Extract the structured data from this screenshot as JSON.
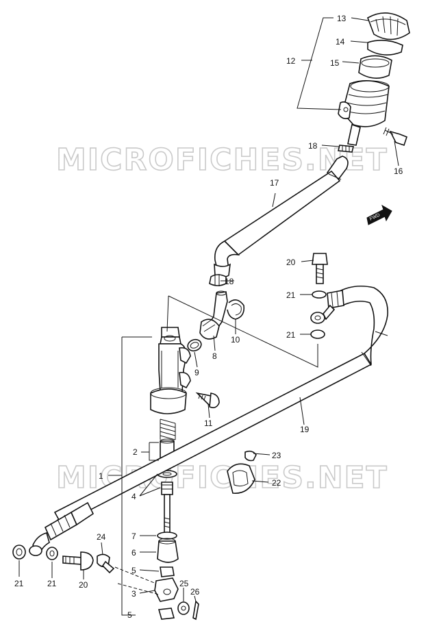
{
  "watermark": {
    "text": "MICROFICHES.NET"
  },
  "fwd_tag": "FWD",
  "callouts": [
    {
      "id": "c13",
      "text": "13"
    },
    {
      "id": "c14",
      "text": "14"
    },
    {
      "id": "c15",
      "text": "15"
    },
    {
      "id": "c12",
      "text": "12"
    },
    {
      "id": "c16",
      "text": "16"
    },
    {
      "id": "c18a",
      "text": "18"
    },
    {
      "id": "c17",
      "text": "17"
    },
    {
      "id": "c20a",
      "text": "20"
    },
    {
      "id": "c21a",
      "text": "21"
    },
    {
      "id": "c21b",
      "text": "21"
    },
    {
      "id": "c18b",
      "text": "18"
    },
    {
      "id": "c10",
      "text": "10"
    },
    {
      "id": "c8",
      "text": "8"
    },
    {
      "id": "c9",
      "text": "9"
    },
    {
      "id": "c11",
      "text": "11"
    },
    {
      "id": "c19",
      "text": "19"
    },
    {
      "id": "c23",
      "text": "23"
    },
    {
      "id": "c22",
      "text": "22"
    },
    {
      "id": "c2",
      "text": "2"
    },
    {
      "id": "c1",
      "text": "1"
    },
    {
      "id": "c4",
      "text": "4"
    },
    {
      "id": "c7",
      "text": "7"
    },
    {
      "id": "c6",
      "text": "6"
    },
    {
      "id": "c5a",
      "text": "5"
    },
    {
      "id": "c3",
      "text": "3"
    },
    {
      "id": "c5b",
      "text": "5"
    },
    {
      "id": "c24",
      "text": "24"
    },
    {
      "id": "c25",
      "text": "25"
    },
    {
      "id": "c26",
      "text": "26"
    },
    {
      "id": "c21c",
      "text": "21"
    },
    {
      "id": "c21d",
      "text": "21"
    },
    {
      "id": "c20b",
      "text": "20"
    }
  ]
}
